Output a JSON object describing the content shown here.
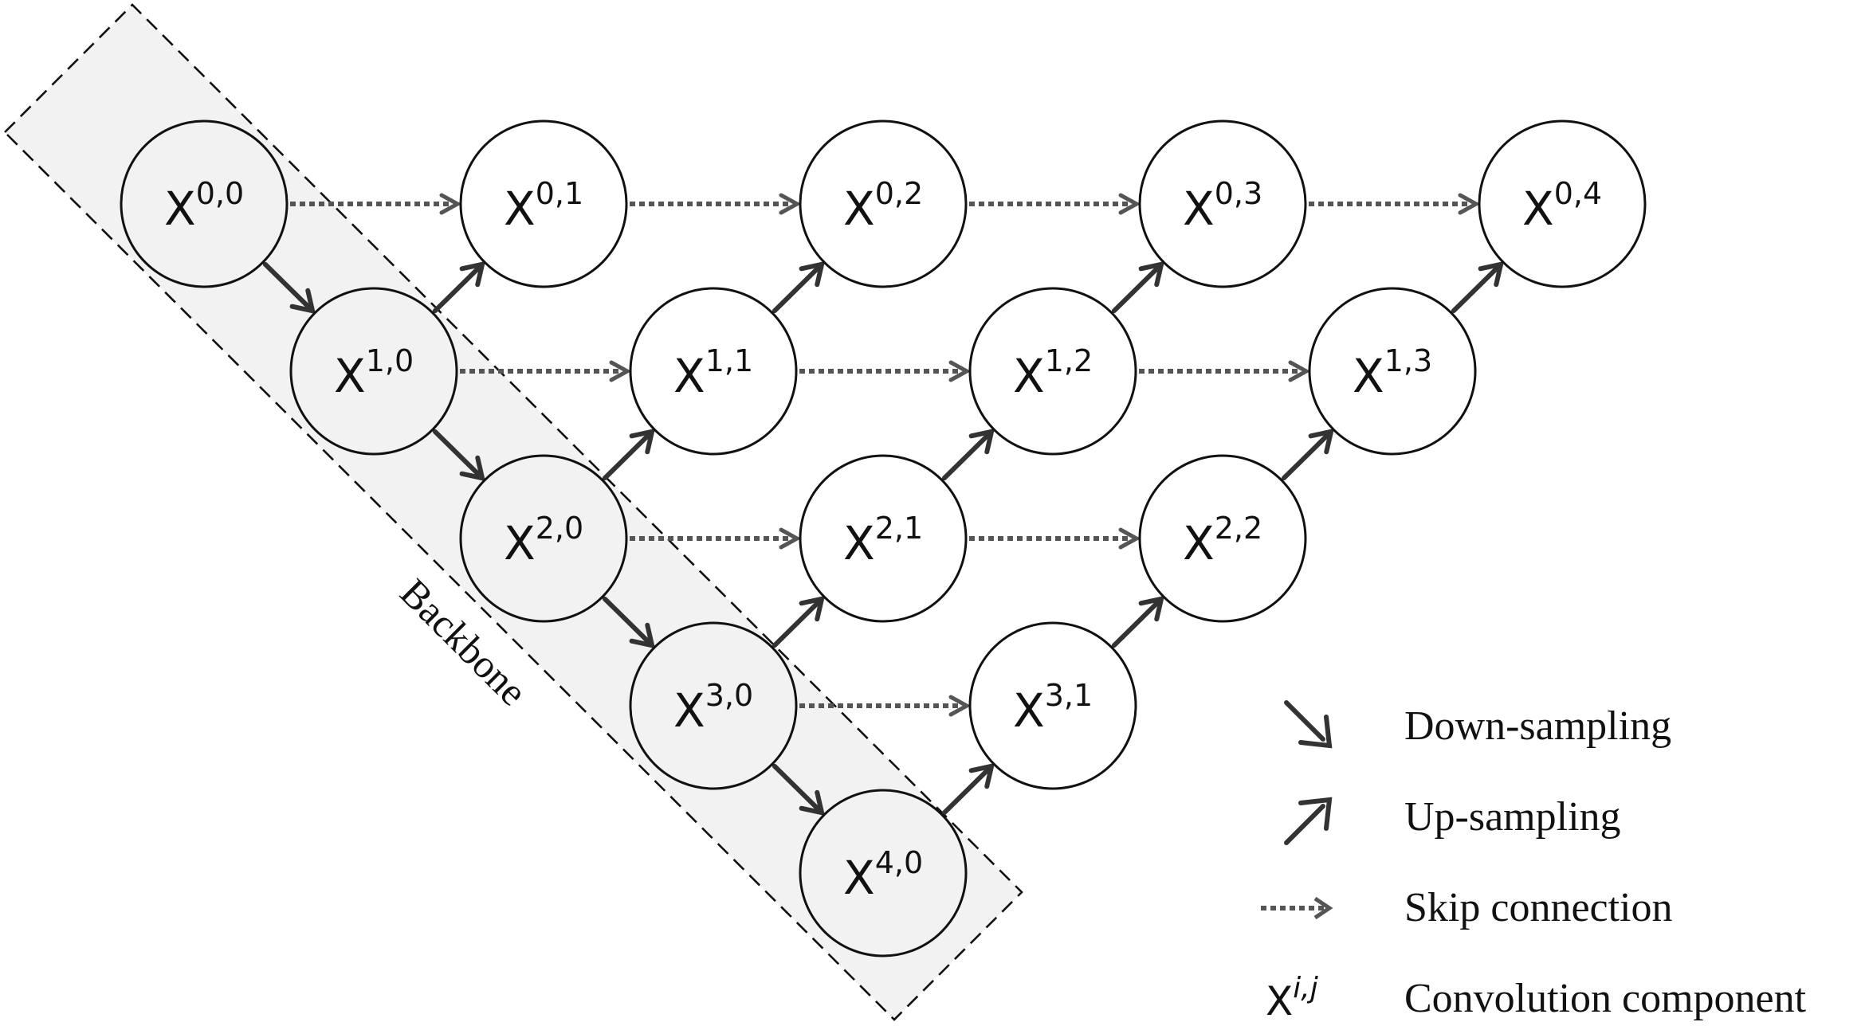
{
  "backbone_label": "Backbone",
  "nodes": [
    {
      "id": "x-0-0",
      "i": 0,
      "j": 0,
      "base": "X",
      "sup": "0,0",
      "in_backbone": true
    },
    {
      "id": "x-1-0",
      "i": 1,
      "j": 0,
      "base": "X",
      "sup": "1,0",
      "in_backbone": true
    },
    {
      "id": "x-2-0",
      "i": 2,
      "j": 0,
      "base": "X",
      "sup": "2,0",
      "in_backbone": true
    },
    {
      "id": "x-3-0",
      "i": 3,
      "j": 0,
      "base": "X",
      "sup": "3,0",
      "in_backbone": true
    },
    {
      "id": "x-4-0",
      "i": 4,
      "j": 0,
      "base": "X",
      "sup": "4,0",
      "in_backbone": true
    },
    {
      "id": "x-0-1",
      "i": 0,
      "j": 1,
      "base": "X",
      "sup": "0,1",
      "in_backbone": false
    },
    {
      "id": "x-1-1",
      "i": 1,
      "j": 1,
      "base": "X",
      "sup": "1,1",
      "in_backbone": false
    },
    {
      "id": "x-2-1",
      "i": 2,
      "j": 1,
      "base": "X",
      "sup": "2,1",
      "in_backbone": false
    },
    {
      "id": "x-3-1",
      "i": 3,
      "j": 1,
      "base": "X",
      "sup": "3,1",
      "in_backbone": false
    },
    {
      "id": "x-0-2",
      "i": 0,
      "j": 2,
      "base": "X",
      "sup": "0,2",
      "in_backbone": false
    },
    {
      "id": "x-1-2",
      "i": 1,
      "j": 2,
      "base": "X",
      "sup": "1,2",
      "in_backbone": false
    },
    {
      "id": "x-2-2",
      "i": 2,
      "j": 2,
      "base": "X",
      "sup": "2,2",
      "in_backbone": false
    },
    {
      "id": "x-0-3",
      "i": 0,
      "j": 3,
      "base": "X",
      "sup": "0,3",
      "in_backbone": false
    },
    {
      "id": "x-1-3",
      "i": 1,
      "j": 3,
      "base": "X",
      "sup": "1,3",
      "in_backbone": false
    },
    {
      "id": "x-0-4",
      "i": 0,
      "j": 4,
      "base": "X",
      "sup": "0,4",
      "in_backbone": false
    }
  ],
  "edges": [
    {
      "type": "down",
      "from": "x-0-0",
      "to": "x-1-0"
    },
    {
      "type": "down",
      "from": "x-1-0",
      "to": "x-2-0"
    },
    {
      "type": "down",
      "from": "x-2-0",
      "to": "x-3-0"
    },
    {
      "type": "down",
      "from": "x-3-0",
      "to": "x-4-0"
    },
    {
      "type": "up",
      "from": "x-1-0",
      "to": "x-0-1"
    },
    {
      "type": "up",
      "from": "x-2-0",
      "to": "x-1-1"
    },
    {
      "type": "up",
      "from": "x-3-0",
      "to": "x-2-1"
    },
    {
      "type": "up",
      "from": "x-4-0",
      "to": "x-3-1"
    },
    {
      "type": "up",
      "from": "x-1-1",
      "to": "x-0-2"
    },
    {
      "type": "up",
      "from": "x-2-1",
      "to": "x-1-2"
    },
    {
      "type": "up",
      "from": "x-3-1",
      "to": "x-2-2"
    },
    {
      "type": "up",
      "from": "x-1-2",
      "to": "x-0-3"
    },
    {
      "type": "up",
      "from": "x-2-2",
      "to": "x-1-3"
    },
    {
      "type": "up",
      "from": "x-1-3",
      "to": "x-0-4"
    },
    {
      "type": "skip",
      "from": "x-0-0",
      "to": "x-0-1"
    },
    {
      "type": "skip",
      "from": "x-0-1",
      "to": "x-0-2"
    },
    {
      "type": "skip",
      "from": "x-0-2",
      "to": "x-0-3"
    },
    {
      "type": "skip",
      "from": "x-0-3",
      "to": "x-0-4"
    },
    {
      "type": "skip",
      "from": "x-1-0",
      "to": "x-1-1"
    },
    {
      "type": "skip",
      "from": "x-1-1",
      "to": "x-1-2"
    },
    {
      "type": "skip",
      "from": "x-1-2",
      "to": "x-1-3"
    },
    {
      "type": "skip",
      "from": "x-2-0",
      "to": "x-2-1"
    },
    {
      "type": "skip",
      "from": "x-2-1",
      "to": "x-2-2"
    },
    {
      "type": "skip",
      "from": "x-3-0",
      "to": "x-3-1"
    }
  ],
  "legend": {
    "down_label": "Down-sampling",
    "up_label": "Up-sampling",
    "skip_label": "Skip connection",
    "conv_label": "Convolution component",
    "conv_symbol_base": "X",
    "conv_symbol_sup": "i,j"
  },
  "colors": {
    "backbone_fill": "#f2f2f2",
    "node_fill_backbone": "#f2f2f2",
    "node_fill": "#ffffff",
    "node_stroke": "#111111",
    "solid_arrow": "#333333",
    "skip_arrow": "#555555",
    "backbone_border": "#111111"
  }
}
